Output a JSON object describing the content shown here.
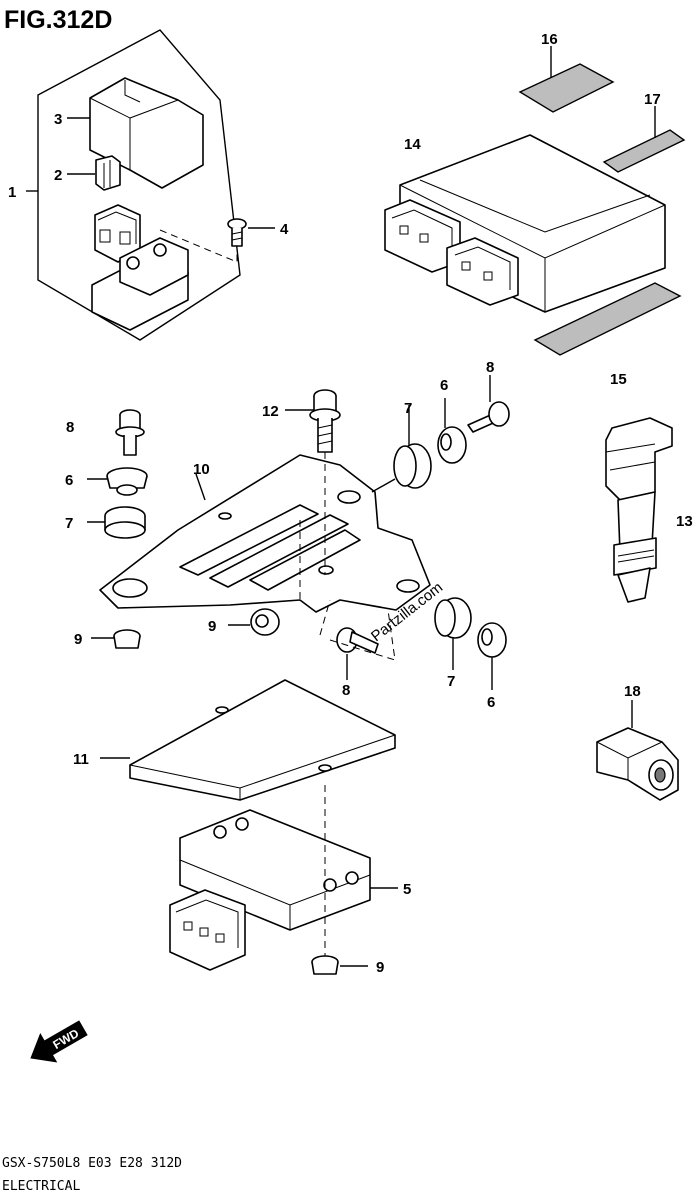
{
  "figure": {
    "title": "FIG.312D",
    "model_code": "GSX-S750L8  E03  E28  312D",
    "section_name": "ELECTRICAL"
  },
  "watermark": "Partzilla.com",
  "direction_arrow_label": "FWD",
  "callouts": [
    {
      "id": "c1",
      "text": "1"
    },
    {
      "id": "c2",
      "text": "2"
    },
    {
      "id": "c3",
      "text": "3"
    },
    {
      "id": "c4",
      "text": "4"
    },
    {
      "id": "c5",
      "text": "5"
    },
    {
      "id": "c6a",
      "text": "6"
    },
    {
      "id": "c6b",
      "text": "6"
    },
    {
      "id": "c6c",
      "text": "6"
    },
    {
      "id": "c7a",
      "text": "7"
    },
    {
      "id": "c7b",
      "text": "7"
    },
    {
      "id": "c7c",
      "text": "7"
    },
    {
      "id": "c8a",
      "text": "8"
    },
    {
      "id": "c8b",
      "text": "8"
    },
    {
      "id": "c8c",
      "text": "8"
    },
    {
      "id": "c9a",
      "text": "9"
    },
    {
      "id": "c9b",
      "text": "9"
    },
    {
      "id": "c9c",
      "text": "9"
    },
    {
      "id": "c10",
      "text": "10"
    },
    {
      "id": "c11",
      "text": "11"
    },
    {
      "id": "c12",
      "text": "12"
    },
    {
      "id": "c13",
      "text": "13"
    },
    {
      "id": "c14",
      "text": "14"
    },
    {
      "id": "c15",
      "text": "15"
    },
    {
      "id": "c16",
      "text": "16"
    },
    {
      "id": "c17",
      "text": "17"
    },
    {
      "id": "c18",
      "text": "18"
    }
  ]
}
